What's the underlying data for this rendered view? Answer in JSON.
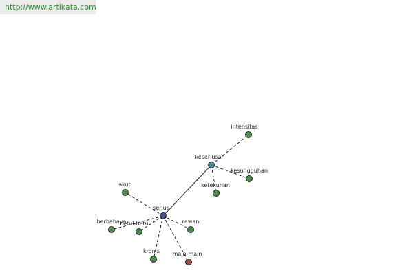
{
  "site": {
    "url_text": "http://www.artikata.com"
  },
  "colors": {
    "green_node": "#4f8a4f",
    "blue_node": "#3d4f8a",
    "teal_node": "#4a8f95",
    "red_node": "#a04a4a"
  },
  "graph": {
    "nodes": [
      {
        "id": "intensitas",
        "label": "intensitas",
        "color": "green_node"
      },
      {
        "id": "keseriusan",
        "label": "keseriusan",
        "color": "teal_node"
      },
      {
        "id": "kesungguhan",
        "label": "kesungguhan",
        "color": "green_node"
      },
      {
        "id": "ketekunan",
        "label": "ketekunan",
        "color": "green_node"
      },
      {
        "id": "akut",
        "label": "akut",
        "color": "green_node"
      },
      {
        "id": "serius",
        "label": "serius",
        "color": "blue_node"
      },
      {
        "id": "berbahaya",
        "label": "berbahaya",
        "color": "green_node"
      },
      {
        "id": "betul-betul",
        "label": "betul-betul",
        "color": "green_node"
      },
      {
        "id": "rawan",
        "label": "rawan",
        "color": "green_node"
      },
      {
        "id": "kronis",
        "label": "kronis",
        "color": "green_node"
      },
      {
        "id": "main-main",
        "label": "main-main",
        "color": "red_node"
      }
    ],
    "edges": [
      {
        "from": "keseriusan",
        "to": "intensitas",
        "style": "dashed"
      },
      {
        "from": "keseriusan",
        "to": "kesungguhan",
        "style": "dashed"
      },
      {
        "from": "keseriusan",
        "to": "ketekunan",
        "style": "dashed"
      },
      {
        "from": "serius",
        "to": "keseriusan",
        "style": "solid"
      },
      {
        "from": "serius",
        "to": "akut",
        "style": "dashed"
      },
      {
        "from": "serius",
        "to": "berbahaya",
        "style": "dashed"
      },
      {
        "from": "serius",
        "to": "betul-betul",
        "style": "dashed"
      },
      {
        "from": "serius",
        "to": "rawan",
        "style": "dashed"
      },
      {
        "from": "serius",
        "to": "kronis",
        "style": "dashed"
      },
      {
        "from": "serius",
        "to": "main-main",
        "style": "dashed"
      }
    ]
  }
}
